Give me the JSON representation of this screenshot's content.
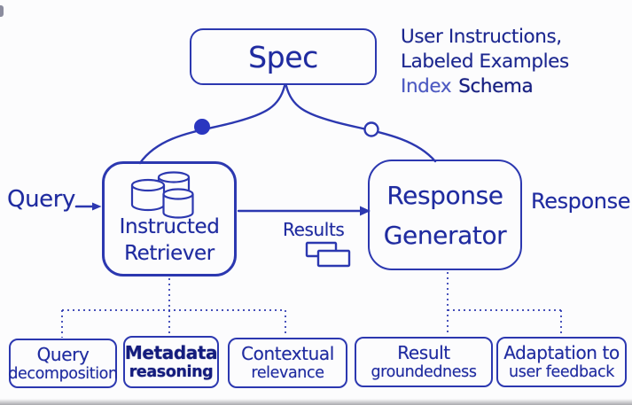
{
  "diagram": {
    "title_node": {
      "label": "Spec"
    },
    "spec_annotation": {
      "line1": "User Instructions,",
      "line2": "Labeled Examples",
      "line3_light": "Index",
      "line3_dark": "Schema"
    },
    "input_label": "Query",
    "output_label": "Response",
    "results_label": "Results",
    "retriever_node": {
      "line1": "Instructed",
      "line2": "Retriever"
    },
    "generator_node": {
      "line1": "Response",
      "line2": "Generator"
    },
    "capabilities": [
      {
        "line1": "Query",
        "line2": "decomposition"
      },
      {
        "line1": "Metadata",
        "line2": "reasoning"
      },
      {
        "line1": "Contextual",
        "line2": "relevance"
      },
      {
        "line1": "Result",
        "line2": "groundedness"
      },
      {
        "line1": "Adaptation to",
        "line2": "user feedback"
      }
    ],
    "icons": {
      "database_icon": "three stacked database cylinders",
      "results_stack_icon": "two overlapping result cards",
      "filled_node_icon": "solid circle junction on left branch",
      "open_node_icon": "hollow circle junction on right branch"
    },
    "colors": {
      "ink": "#2c38b0",
      "text": "#1f2ba0",
      "text_dark": "#161e80",
      "node_fill": "#2a36c0",
      "background": "#fcfcfd"
    }
  }
}
